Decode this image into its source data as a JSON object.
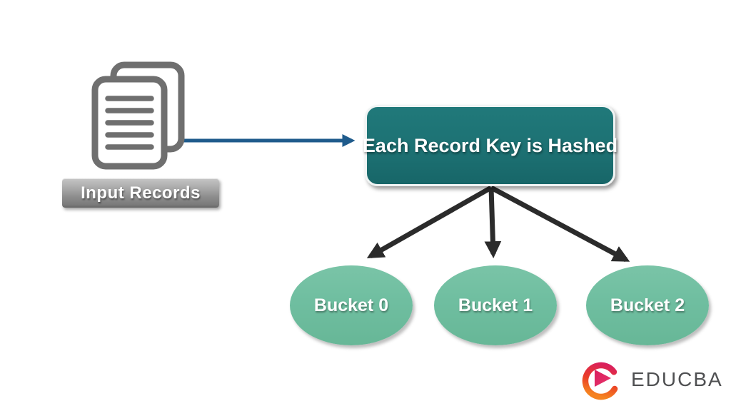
{
  "diagram": {
    "input_label": "Input Records",
    "hash_box_label": "Each Record Key is Hashed",
    "buckets": [
      {
        "label": "Bucket 0"
      },
      {
        "label": "Bucket 1"
      },
      {
        "label": "Bucket 2"
      }
    ],
    "colors": {
      "hash_box_teal": "#1D7173",
      "bucket_green": "#6FBEA0",
      "flow_arrow_blue": "#1F5B8C",
      "fan_arrow_dark": "#2B2B2B",
      "label_bar_gray": "#8E8E8E",
      "document_icon_gray": "#6F6F6F"
    },
    "icons": {
      "input": "documents-icon"
    }
  },
  "logo": {
    "text": "EDUCBA",
    "icon": "educba-play-e-icon",
    "brand_red": "#D91F5E",
    "brand_orange": "#F58220",
    "text_gray": "#4F5052"
  }
}
